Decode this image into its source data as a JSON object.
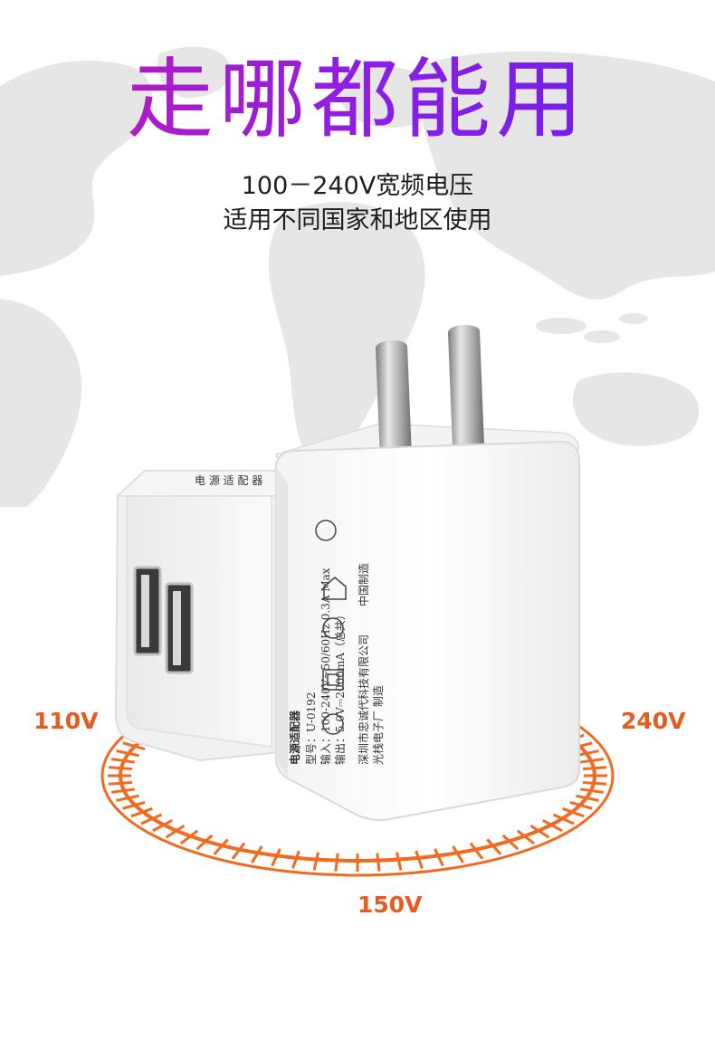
{
  "headline": "走哪都能用",
  "subtitle_line1": "100－240V宽频电压",
  "subtitle_line2": "适用不同国家和地区使用",
  "voltage_labels": {
    "left": "110V",
    "right": "240V",
    "bottom": "150V"
  },
  "charger_label": {
    "title": "电源适配器",
    "model": "型号：U-0192",
    "input": "输入：100-240V~50/60Hz 0.3A Max",
    "output": "输出：5.0V⎓2000mA（总共）",
    "maker": "深圳市忠诚代科技有限公司",
    "factory": "光栈电子厂 制造",
    "origin": "中国制造"
  },
  "colors": {
    "headline_start": "#c01ab4",
    "headline_end": "#6a1fe8",
    "accent_orange": "#e85a1e",
    "map_gray": "#e3e3e3"
  }
}
